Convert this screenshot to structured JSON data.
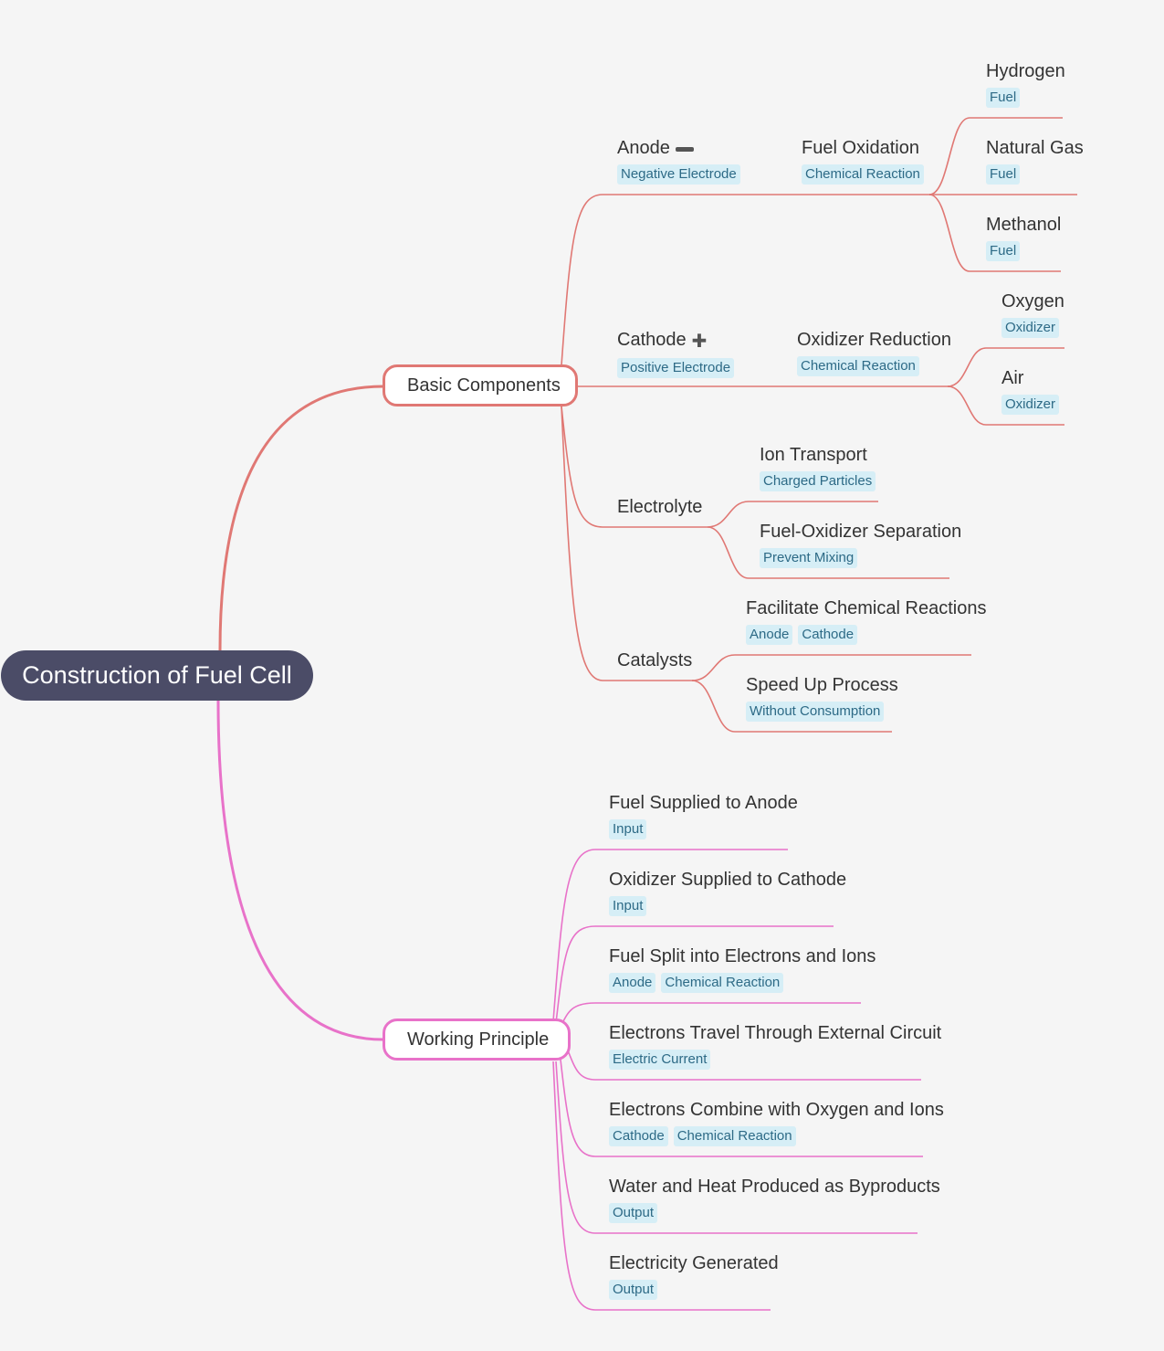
{
  "diagram": {
    "root": "Construction of Fuel Cell",
    "colors": {
      "root_bg": "#4b4c67",
      "branch_red": "#e07874",
      "branch_pink": "#e872c9",
      "tag_bg": "#d6eef6",
      "tag_text": "#2d6a86"
    },
    "basic_components": {
      "label": "Basic Components",
      "anode": {
        "label": "Anode",
        "marker": "minus-icon",
        "tags": [
          "Negative Electrode"
        ],
        "fuel_oxidation": {
          "label": "Fuel Oxidation",
          "tags": [
            "Chemical Reaction"
          ],
          "children": [
            {
              "label": "Hydrogen",
              "tags": [
                "Fuel"
              ]
            },
            {
              "label": "Natural Gas",
              "tags": [
                "Fuel"
              ]
            },
            {
              "label": "Methanol",
              "tags": [
                "Fuel"
              ]
            }
          ]
        }
      },
      "cathode": {
        "label": "Cathode",
        "marker": "plus-icon",
        "marker_glyph": "✚",
        "tags": [
          "Positive Electrode"
        ],
        "oxidizer_reduction": {
          "label": "Oxidizer Reduction",
          "tags": [
            "Chemical Reaction"
          ],
          "children": [
            {
              "label": "Oxygen",
              "tags": [
                "Oxidizer"
              ]
            },
            {
              "label": "Air",
              "tags": [
                "Oxidizer"
              ]
            }
          ]
        }
      },
      "electrolyte": {
        "label": "Electrolyte",
        "children": [
          {
            "label": "Ion Transport",
            "tags": [
              "Charged Particles"
            ]
          },
          {
            "label": "Fuel-Oxidizer Separation",
            "tags": [
              "Prevent Mixing"
            ]
          }
        ]
      },
      "catalysts": {
        "label": "Catalysts",
        "children": [
          {
            "label": "Facilitate Chemical Reactions",
            "tags": [
              "Anode",
              "Cathode"
            ]
          },
          {
            "label": "Speed Up Process",
            "tags": [
              "Without Consumption"
            ]
          }
        ]
      }
    },
    "working_principle": {
      "label": "Working Principle",
      "children": [
        {
          "label": "Fuel Supplied to Anode",
          "tags": [
            "Input"
          ]
        },
        {
          "label": "Oxidizer Supplied to Cathode",
          "tags": [
            "Input"
          ]
        },
        {
          "label": "Fuel Split into Electrons and Ions",
          "tags": [
            "Anode",
            "Chemical Reaction"
          ]
        },
        {
          "label": "Electrons Travel Through External Circuit",
          "tags": [
            "Electric Current"
          ]
        },
        {
          "label": "Electrons Combine with Oxygen and Ions",
          "tags": [
            "Cathode",
            "Chemical Reaction"
          ]
        },
        {
          "label": "Water and Heat Produced as Byproducts",
          "tags": [
            "Output"
          ]
        },
        {
          "label": "Electricity Generated",
          "tags": [
            "Output"
          ]
        }
      ]
    }
  }
}
